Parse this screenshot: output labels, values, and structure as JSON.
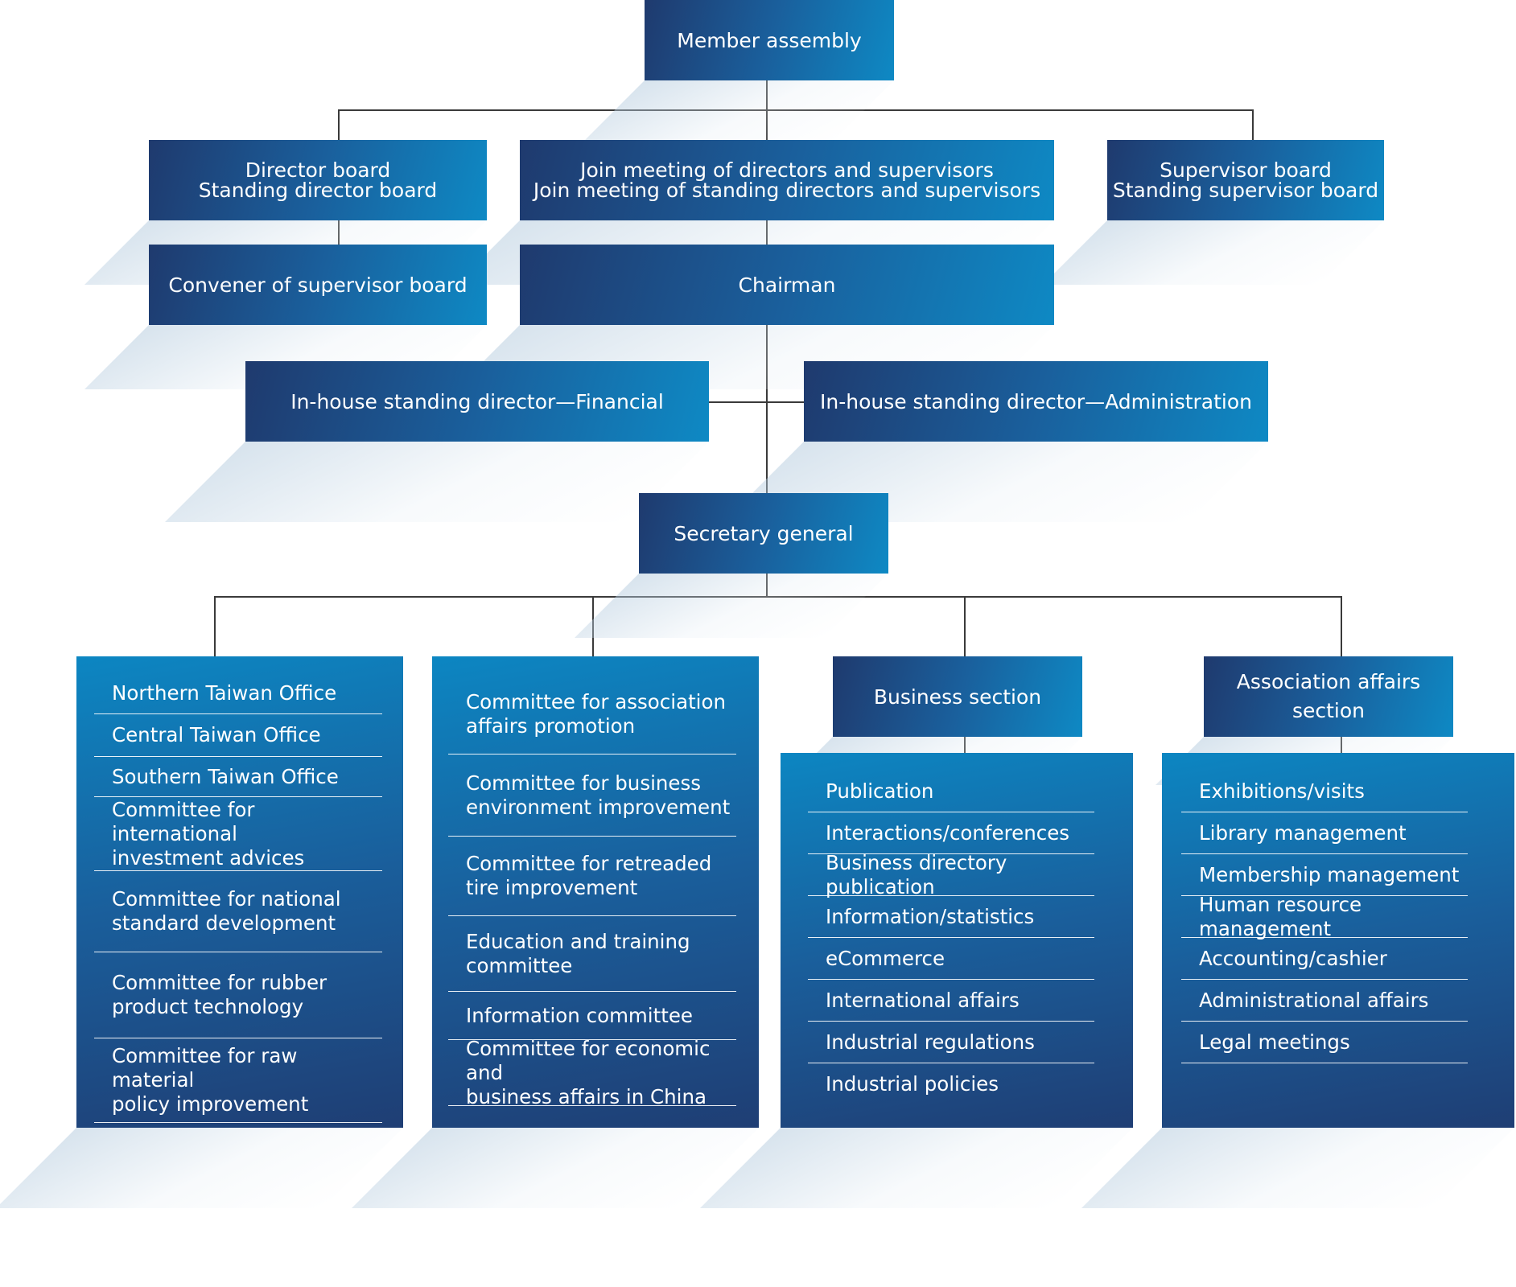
{
  "nodes": {
    "member_assembly": [
      "Member assembly"
    ],
    "director_board": [
      "Director board",
      "Standing director board"
    ],
    "joint_meeting": [
      "Join meeting of directors and supervisors",
      "Join meeting of standing directors and supervisors"
    ],
    "supervisor_board": [
      "Supervisor board",
      "Standing supervisor board"
    ],
    "convener": [
      "Convener of supervisor board"
    ],
    "chairman": [
      "Chairman"
    ],
    "inhouse_financial": [
      "In-house standing director—Financial"
    ],
    "inhouse_admin": [
      "In-house standing director—Administration"
    ],
    "secretary_general": [
      "Secretary general"
    ],
    "business_section": [
      "Business section"
    ],
    "association_affairs_section": [
      "Association affairs",
      "section"
    ]
  },
  "panels": {
    "offices_committees": [
      [
        "Northern Taiwan Office"
      ],
      [
        "Central Taiwan Office"
      ],
      [
        "Southern Taiwan Office"
      ],
      [
        "Committee for international",
        "investment advices"
      ],
      [
        "Committee for national",
        "standard development"
      ],
      [
        "Committee for rubber",
        "product technology"
      ],
      [
        "Committee for raw material",
        "policy improvement"
      ]
    ],
    "committees": [
      [
        "Committee for association",
        "affairs promotion"
      ],
      [
        "Committee for business",
        "environment improvement"
      ],
      [
        "Committee for retreaded",
        "tire improvement"
      ],
      [
        "Education and training",
        "committee"
      ],
      [
        "Information committee"
      ],
      [
        "Committee for economic and",
        "business affairs in China"
      ]
    ],
    "business_tasks": [
      [
        "Publication"
      ],
      [
        "Interactions/conferences"
      ],
      [
        "Business directory publication"
      ],
      [
        "Information/statistics"
      ],
      [
        "eCommerce"
      ],
      [
        "International affairs"
      ],
      [
        "Industrial regulations"
      ],
      [
        "Industrial policies"
      ]
    ],
    "association_tasks": [
      [
        "Exhibitions/visits"
      ],
      [
        "Library management"
      ],
      [
        "Membership management"
      ],
      [
        "Human resource management"
      ],
      [
        "Accounting/cashier"
      ],
      [
        "Administrational affairs"
      ],
      [
        "Legal meetings"
      ]
    ]
  }
}
